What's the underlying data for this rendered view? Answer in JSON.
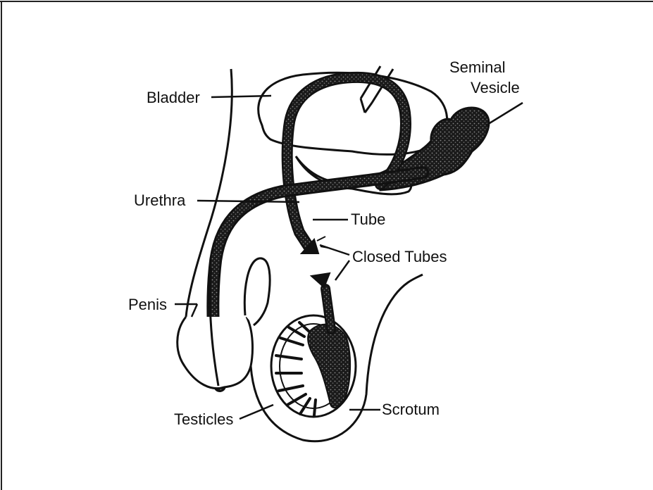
{
  "diagram": {
    "labels": {
      "seminal_vesicle_line1": "Seminal",
      "seminal_vesicle_line2": "Vesicle",
      "bladder": "Bladder",
      "urethra": "Urethra",
      "tube": "Tube",
      "closed_tubes": "Closed Tubes",
      "penis": "Penis",
      "testicles": "Testicles",
      "scrotum": "Scrotum"
    }
  }
}
